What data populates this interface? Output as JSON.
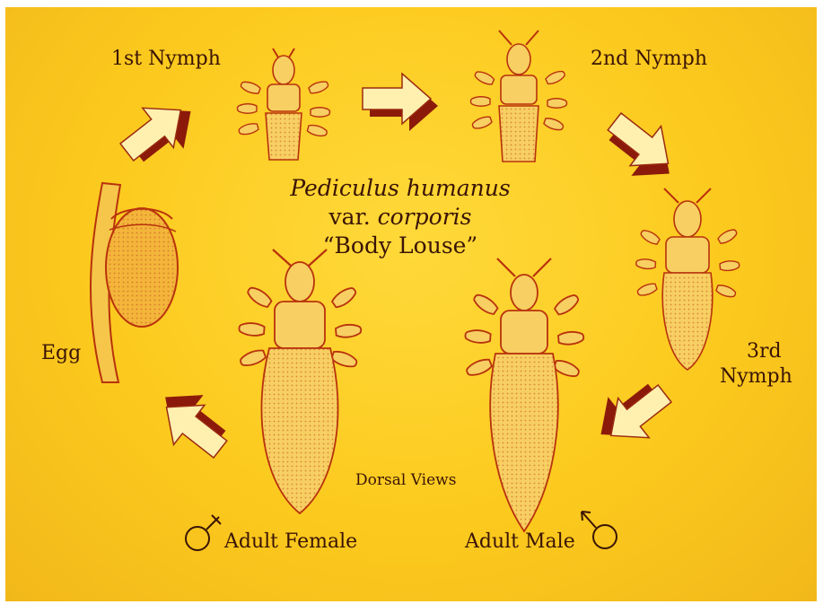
{
  "title": {
    "species_name": "Pediculus humanus",
    "variety_prefix": "var.",
    "variety_name": "corporis",
    "common_name": "“Body Louse”"
  },
  "stages": {
    "nymph1": "1st Nymph",
    "nymph2": "2nd Nymph",
    "nymph3_line1": "3rd",
    "nymph3_line2": "Nymph",
    "egg": "Egg",
    "adult_female": "Adult Female",
    "adult_male": "Adult Male"
  },
  "note": "Dorsal Views",
  "colors": {
    "background": "#fcca1e",
    "arrow_fill": "#fff0b0",
    "arrow_shadow": "#8b1a0a",
    "ink": "#b8320c",
    "body_fill": "#f7cf62",
    "text": "#3a1406"
  },
  "icons": {
    "female": "female-symbol-icon",
    "male": "male-symbol-icon"
  }
}
